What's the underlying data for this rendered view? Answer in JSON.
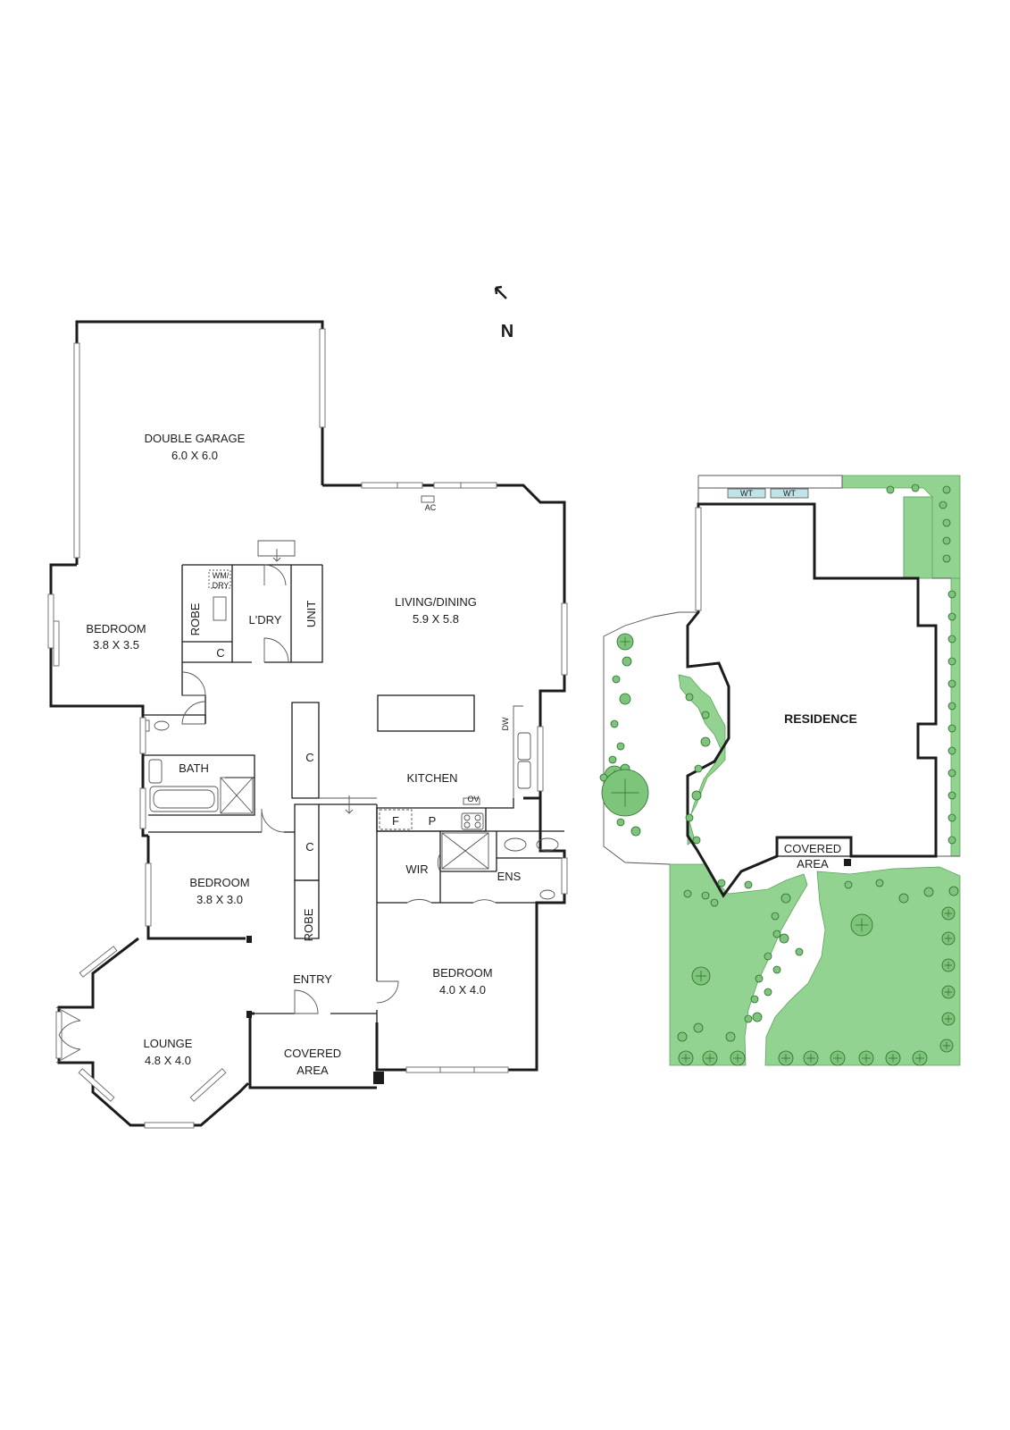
{
  "compass": {
    "label": "N"
  },
  "floorplan": {
    "rooms": {
      "double_garage": {
        "name": "DOUBLE GARAGE",
        "size": "6.0 X 6.0"
      },
      "bedroom_west": {
        "name": "BEDROOM",
        "size": "3.8 X 3.5"
      },
      "robe_west": "ROBE",
      "c_west": "C",
      "wm_dry_top": "WM/",
      "wm_dry_bottom": "DRY",
      "laundry": "L'DRY",
      "unit": "UNIT",
      "living_dining": {
        "name": "LIVING/DINING",
        "size": "5.9 X 5.8"
      },
      "ac": "AC",
      "bath": "BATH",
      "c_mid_upper": "C",
      "kitchen": "KITCHEN",
      "dw": "DW",
      "ov": "OV",
      "f": "F",
      "p": "P",
      "c_mid_lower": "C",
      "bedroom_mid": {
        "name": "BEDROOM",
        "size": "3.8 X 3.0"
      },
      "robe_mid": "ROBE",
      "wir": "WIR",
      "ens": "ENS",
      "entry": "ENTRY",
      "bedroom_east": {
        "name": "BEDROOM",
        "size": "4.0 X 4.0"
      },
      "lounge": {
        "name": "LOUNGE",
        "size": "4.8 X 4.0"
      },
      "covered_area": {
        "name": "COVERED",
        "name2": "AREA"
      }
    }
  },
  "siteplan": {
    "residence": "RESIDENCE",
    "covered_area": {
      "name": "COVERED",
      "name2": "AREA"
    },
    "wt1": "WT",
    "wt2": "WT"
  },
  "colors": {
    "wall": "#1c1c1c",
    "grass": "#93d391",
    "tree": "#7cc57a",
    "water_tank": "#bfe3e6"
  }
}
